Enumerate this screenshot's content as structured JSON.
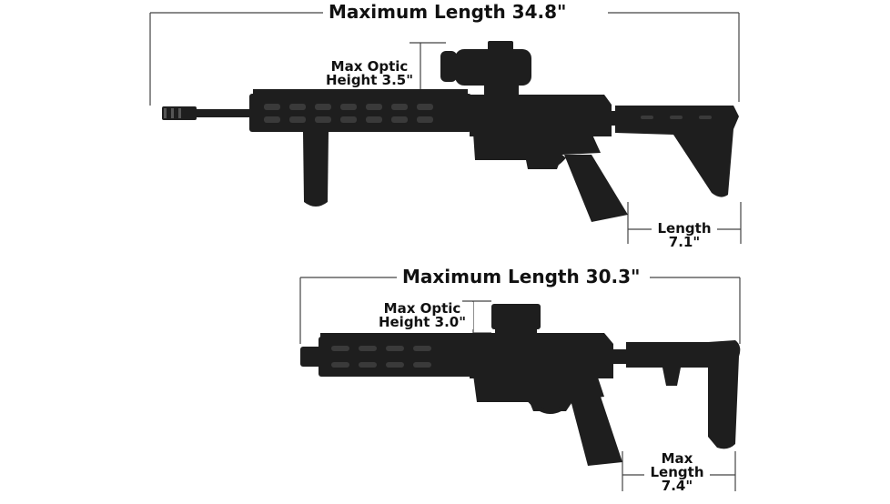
{
  "rifle": {
    "max_length_label": "Maximum Length 34.8\"",
    "optic_label_line1": "Max Optic",
    "optic_label_line2": "Height 3.5\"",
    "stock_label_line1": "Length",
    "stock_label_line2": "7.1\""
  },
  "pistol": {
    "max_length_label": "Maximum Length 30.3\"",
    "optic_label_line1": "Max Optic",
    "optic_label_line2": "Height 3.0\"",
    "brace_label_line1": "Max",
    "brace_label_line2": "Length",
    "brace_label_line3": "7.4\""
  },
  "colors": {
    "firearm": "#1e1e1e",
    "firearm_highlight": "#3a3a3a",
    "dimension_line": "#444444",
    "text": "#111111"
  }
}
